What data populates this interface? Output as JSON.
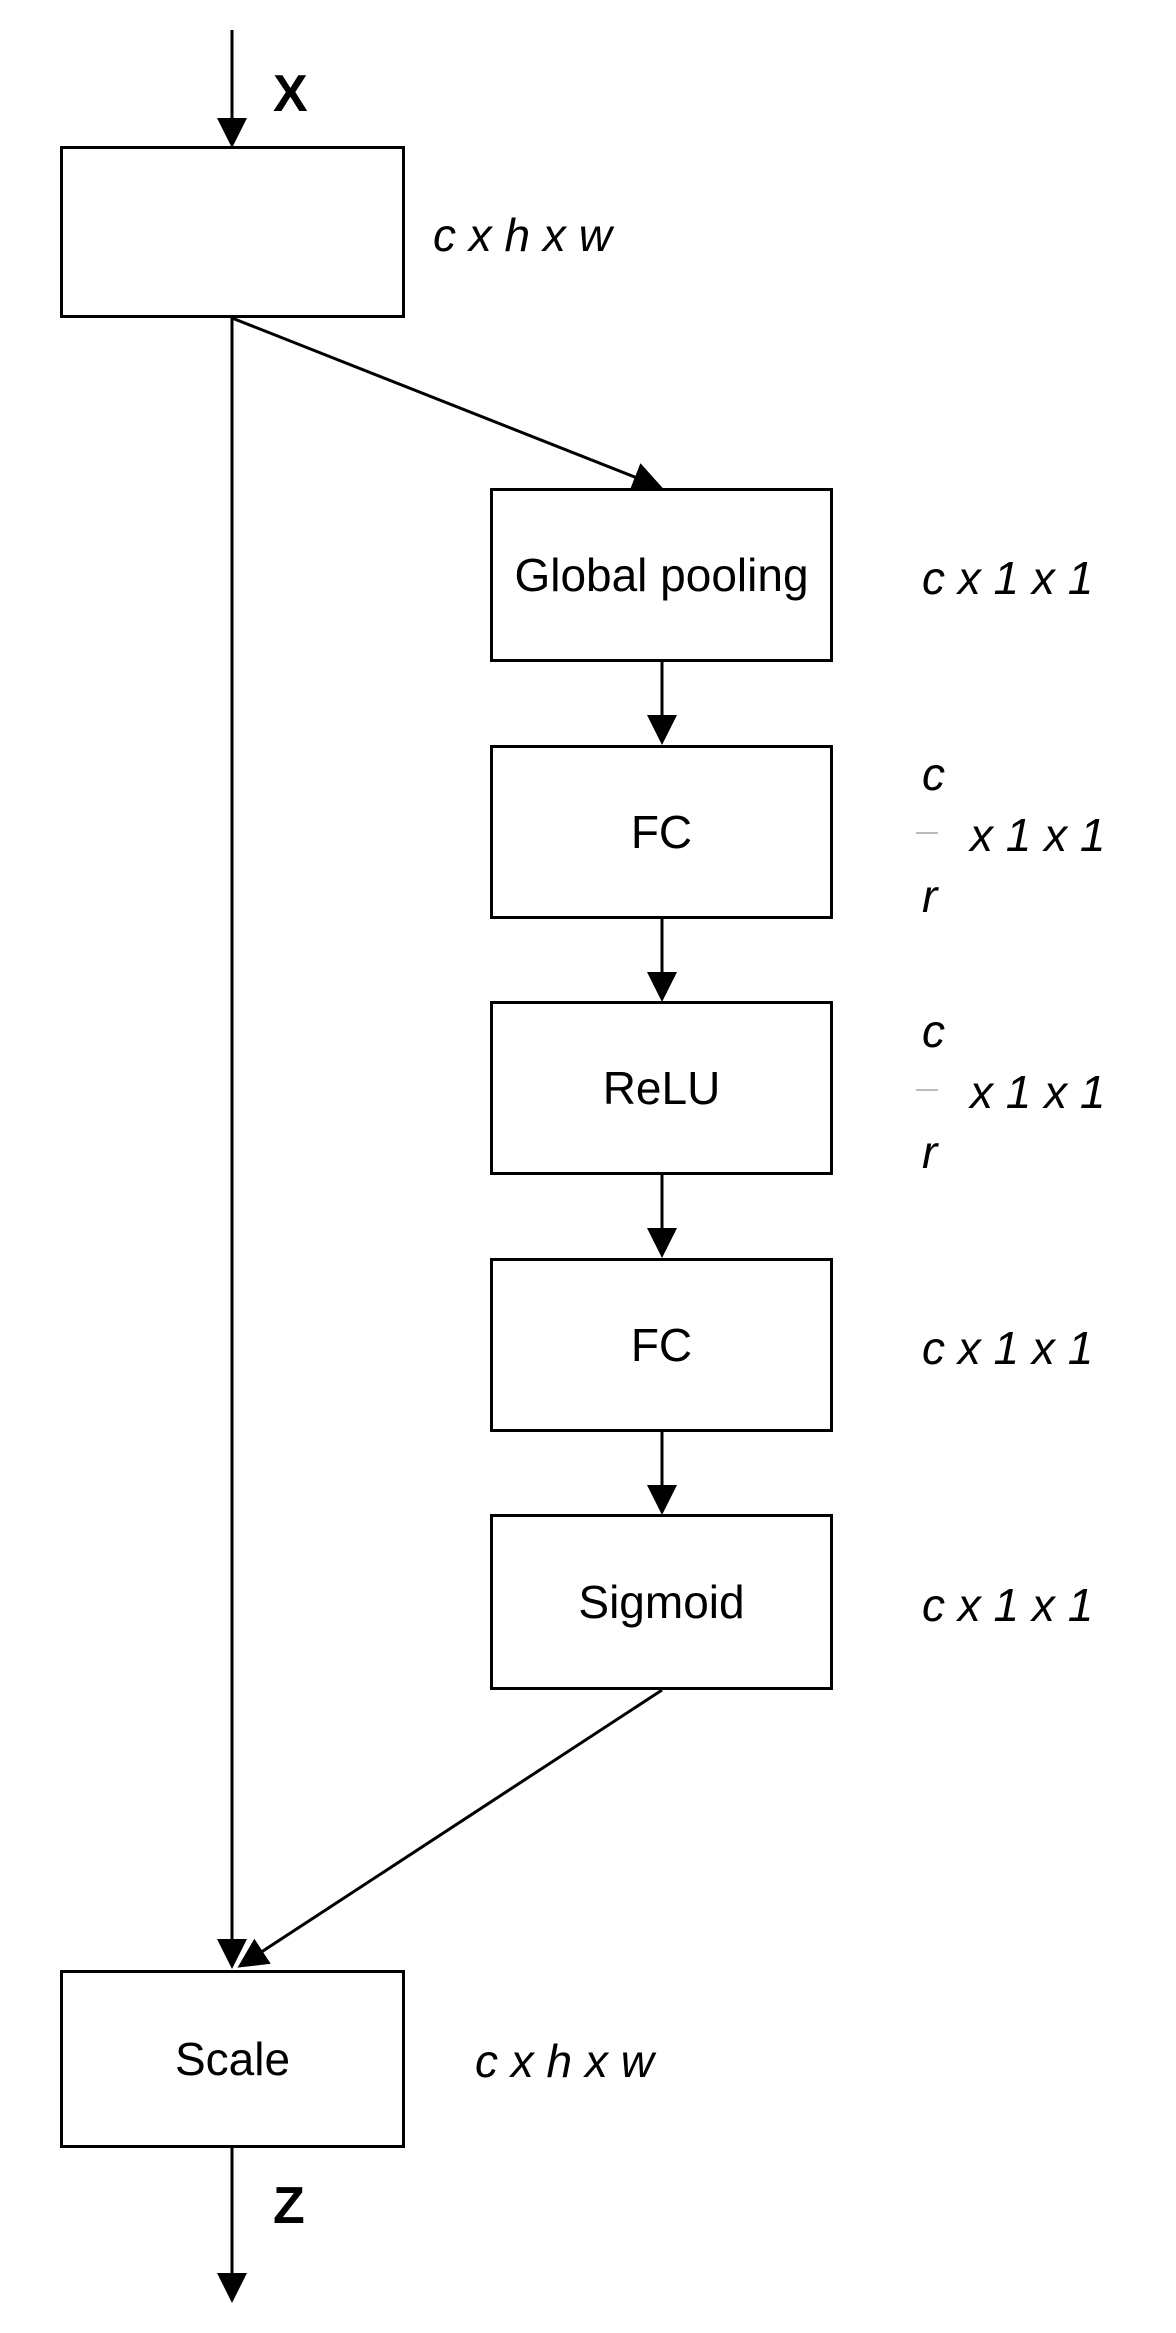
{
  "input_label": "X",
  "output_label": "Z",
  "nodes": {
    "input": {
      "label": "",
      "dim": "c x h x w"
    },
    "global_pooling": {
      "label": "Global pooling",
      "dim": "c x 1 x 1"
    },
    "fc1": {
      "label": "FC",
      "dim_num": "c",
      "dim_den": "r",
      "dim_rest": "x 1 x 1"
    },
    "relu": {
      "label": "ReLU",
      "dim_num": "c",
      "dim_den": "r",
      "dim_rest": "x 1 x 1"
    },
    "fc2": {
      "label": "FC",
      "dim": "c x 1 x 1"
    },
    "sigmoid": {
      "label": "Sigmoid",
      "dim": "c x 1 x 1"
    },
    "scale": {
      "label": "Scale",
      "dim": "c x h x w"
    }
  }
}
